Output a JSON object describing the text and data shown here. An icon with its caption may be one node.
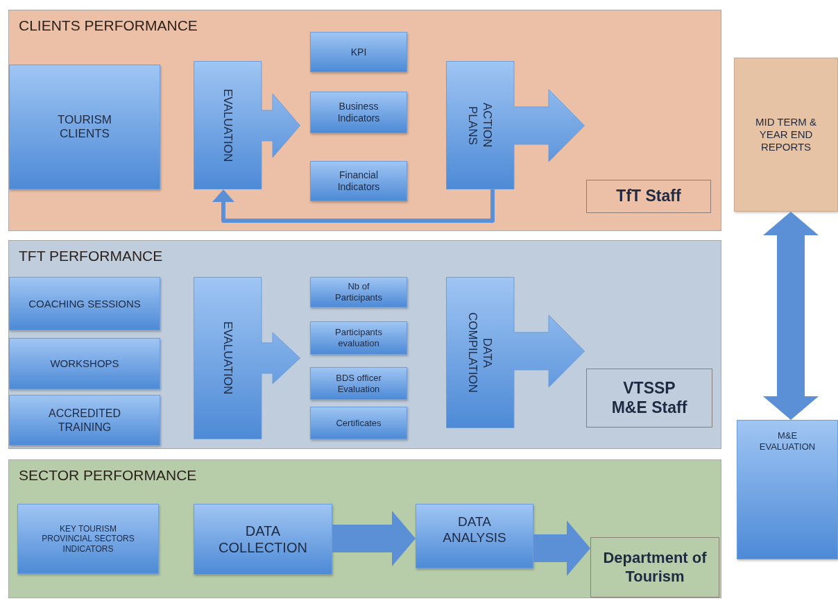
{
  "diagram": {
    "nodes": [
      {
        "text": [
          "CLIENTS PERFORMANCE"
        ]
      },
      {
        "text": [
          "TOURISM CLIENTS"
        ],
        "in": 0
      },
      {
        "text": [
          "EVALUATION"
        ],
        "in": 0
      },
      {
        "text": [
          "KPI"
        ],
        "in": 0
      },
      {
        "text": [
          "Business Indicators"
        ],
        "in": 0
      },
      {
        "text": [
          "Financial Indicators"
        ],
        "in": 0
      },
      {
        "text": [
          "ACTION PLANS"
        ],
        "in": 0
      },
      {
        "text": [
          "TfT Staff"
        ],
        "in": 0
      },
      {
        "text": [
          "TFT PERFORMANCE"
        ]
      },
      {
        "text": [
          "COACHING SESSIONS"
        ],
        "in": 8
      },
      {
        "text": [
          "WORKSHOPS"
        ],
        "in": 8
      },
      {
        "text": [
          "ACCREDITED TRAINING"
        ],
        "in": 8
      },
      {
        "text": [
          "EVALUATION"
        ],
        "in": 8
      },
      {
        "text": [
          "Nb of Participants"
        ],
        "in": 8
      },
      {
        "text": [
          "Participants evaluation"
        ],
        "in": 8
      },
      {
        "text": [
          "BDS officer Evaluation"
        ],
        "in": 8
      },
      {
        "text": [
          "Certificates"
        ],
        "in": 8
      },
      {
        "text": [
          "DATA COMPILATION"
        ],
        "in": 8
      },
      {
        "text": [
          "VTSSP M&E Staff"
        ],
        "in": 8
      },
      {
        "text": [
          "SECTOR PERFORMANCE"
        ]
      },
      {
        "text": [
          "KEY TOURISM PROVINCIAL SECTORS INDICATORS"
        ],
        "in": 19
      },
      {
        "text": [
          "DATA COLLECTION"
        ],
        "in": 19
      },
      {
        "text": [
          "DATA ANALYSIS"
        ],
        "in": 19
      },
      {
        "text": [
          "Department of Tourism"
        ],
        "in": 19
      },
      {
        "text": [
          "MID TERM & YEAR END REPORTS"
        ]
      },
      {
        "text": [
          "M&E EVALUATION"
        ]
      }
    ],
    "edges": [
      {
        "from": 6,
        "to": 2,
        "arrow": "to"
      },
      {
        "from": 21,
        "to": 22,
        "arrow": "to"
      },
      {
        "from": 22,
        "to": 23,
        "arrow": "to"
      },
      {
        "from": 24,
        "to": 25,
        "arrow": "both"
      }
    ]
  }
}
